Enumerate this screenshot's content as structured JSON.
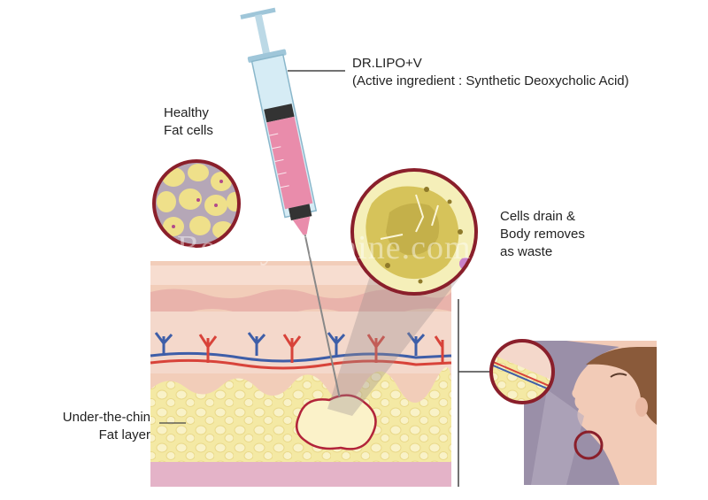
{
  "labels": {
    "product_line1": "DR.LIPO+V",
    "product_line2": "(Active ingredient : Synthetic Deoxycholic Acid)",
    "healthy_line1": "Healthy",
    "healthy_line2": "Fat cells",
    "drain_line1": "Cells drain &",
    "drain_line2": "Body removes",
    "drain_line3": "as waste",
    "chin_line1": "Under-the-chin",
    "chin_line2": "Fat layer"
  },
  "watermark": "BeautyMachine.com",
  "colors": {
    "skin_outer": "#f2cdb9",
    "skin_pink": "#e8a7a4",
    "fat_yellow": "#f3e79a",
    "cell_border": "#8a1f2b",
    "syringe_liquid": "#e88aa8",
    "syringe_barrel": "#cfe7f2"
  }
}
